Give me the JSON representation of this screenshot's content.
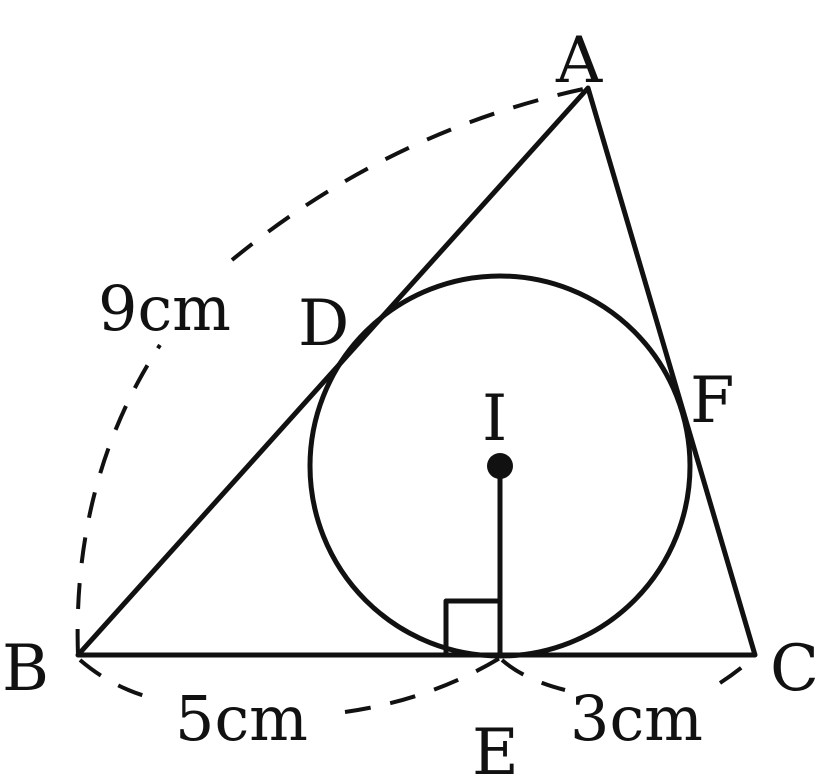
{
  "diagram": {
    "points": {
      "A": "A",
      "B": "B",
      "C": "C",
      "D": "D",
      "E": "E",
      "F": "F",
      "I": "I"
    },
    "lengths": {
      "ab": "9cm",
      "be": "5cm",
      "ec": "3cm"
    }
  }
}
